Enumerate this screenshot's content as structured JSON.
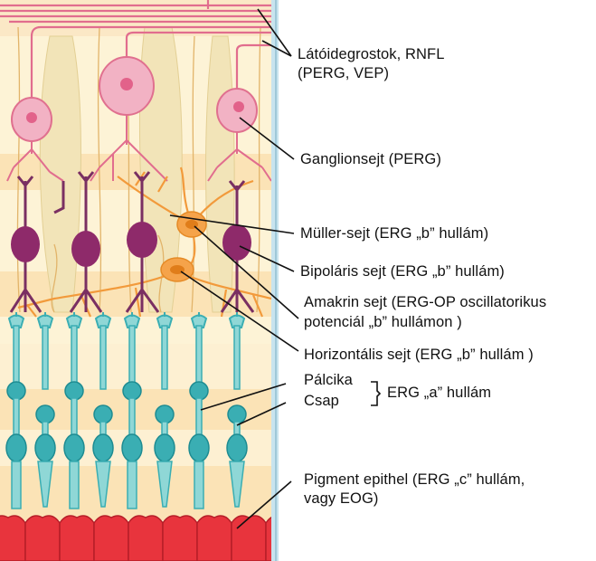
{
  "labels": {
    "rnfl_line1": "Látóidegrostok, RNFL",
    "rnfl_line2": "(PERG, VEP)",
    "ganglion": "Ganglionsejt (PERG)",
    "muller": "Müller-sejt (ERG „b” hullám)",
    "bipolar": "Bipoláris sejt (ERG „b” hullám)",
    "amakrin_line1": "Amakrin sejt (ERG-OP oscillatorikus",
    "amakrin_line2": "potenciál „b” hullámon )",
    "horizontal": "Horizontális sejt (ERG „b” hullám )",
    "palcika": "Pálcika",
    "csap": "Csap",
    "erg_a": "ERG „a” hullám",
    "pigment_line1": "Pigment epithel (ERG „c” hullám,",
    "pigment_line2": "vagy EOG)"
  },
  "colors": {
    "background_band_light": "#fdf3d6",
    "background_band_dark": "#fbe3b6",
    "ganglion": "#f2b2c4",
    "ganglion_outline": "#e0708f",
    "bipolar": "#7a2f62",
    "bipolar_body": "#8e2a6a",
    "muller": "#f0e3b4",
    "amakrin": "#f5a34a",
    "photoreceptor": "#3aaeb3",
    "photoreceptor_light": "#8fd7d6",
    "pigment_epithel": "#e8343d"
  }
}
